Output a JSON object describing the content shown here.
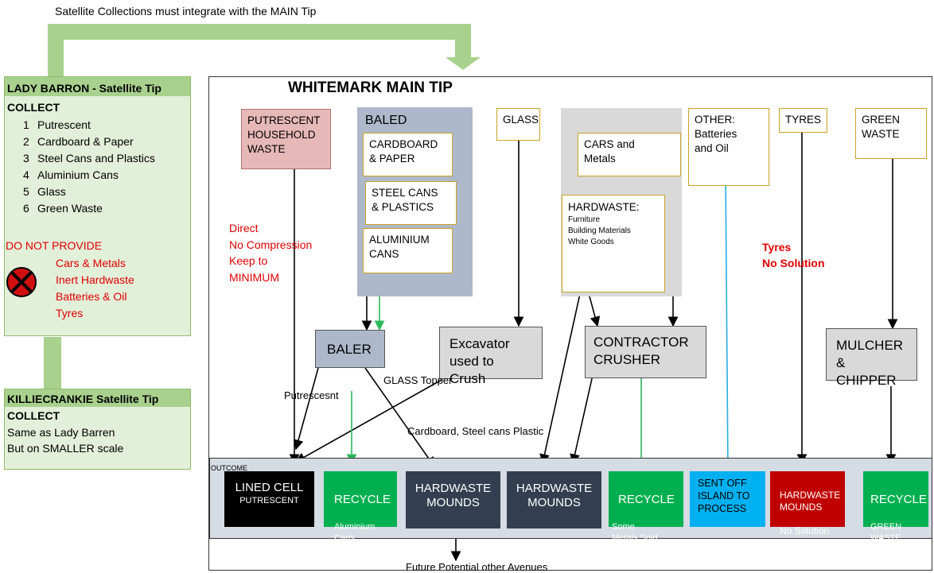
{
  "top_note": "Satellite Collections must integrate with the MAIN Tip",
  "lady_barron": {
    "title": "LADY BARRON - Satellite Tip",
    "collect": "COLLECT",
    "items": [
      {
        "num": "1",
        "label": "Putrescent"
      },
      {
        "num": "2",
        "label": "Cardboard & Paper"
      },
      {
        "num": "3",
        "label": "Steel Cans and Plastics"
      },
      {
        "num": "4",
        "label": "Aluminium Cans"
      },
      {
        "num": "5",
        "label": "Glass"
      },
      {
        "num": "6",
        "label": "Green Waste"
      }
    ],
    "do_not_provide": "DO NOT PROVIDE",
    "not_provided": [
      "Cars & Metals",
      "Inert Hardwaste",
      "Batteries & Oil",
      "Tyres"
    ]
  },
  "killiecrankie": {
    "title": "KILLIECRANKIE Satellite Tip",
    "collect": "COLLECT",
    "line1": "Same as Lady Barren",
    "line2": "But on SMALLER scale"
  },
  "main_tip": {
    "title": "WHITEMARK  MAIN TIP",
    "putrescent": "PUTRESCENT\nHOUSEHOLD\nWASTE",
    "baled_title": "BALED",
    "cardboard": "CARDBOARD\n& PAPER",
    "steel": "STEEL CANS\n& PLASTICS",
    "aluminium": "ALUMINIUM\nCANS",
    "glass": "GLASS",
    "cars": "CARS and\nMetals",
    "hardwaste_title": "HARDWASTE:",
    "hardwaste_items": "Furniture\nBuilding Materials\nWhite Goods",
    "other": "OTHER:\nBatteries\nand Oil",
    "tyres": "TYRES",
    "green": "GREEN\nWASTE",
    "direct_note": "Direct\nNo  Compression\nKeep to\nMINIMUM",
    "tyres_note": "Tyres\nNo Solution",
    "baler": "BALER",
    "excavator": "Excavator\nused to Crush",
    "contractor": "CONTRACTOR\nCRUSHER",
    "mulcher": "MULCHER\n& CHIPPER",
    "label_putrescent": "Putrescesnt",
    "label_glass": "GLASS Topper",
    "label_cardboard": "Cardboard, Steel cans Plastic"
  },
  "outcome": {
    "label": "OUTCOME",
    "boxes": [
      {
        "title": "LINED CELL",
        "sub": "PUTRESCENT"
      },
      {
        "title": "RECYCLE",
        "sub": "Aluminium\nCans"
      },
      {
        "title": "HARDWASTE\nMOUNDS",
        "sub": ""
      },
      {
        "title": "HARDWASTE\nMOUNDS",
        "sub": ""
      },
      {
        "title": "RECYCLE",
        "sub": "Some\nMetals Sold"
      },
      {
        "title": "SENT OFF\nISLAND TO\nPROCESS",
        "sub": ""
      },
      {
        "title": "HARDWASTE\nMOUNDS",
        "sub": "No Solution"
      },
      {
        "title": "RECYCLE",
        "sub": "GREEN\nWASTE"
      }
    ]
  },
  "bottom_note": "Future Potential other Avenues",
  "colors": {
    "green_arrow": "#a9d18e",
    "panel_green": "#e2efd9",
    "baled_fill": "#adb9ca",
    "gray_fill": "#d9d9d9",
    "outcome_fill": "#d6dce4",
    "red": "#e00000",
    "blue_line": "#29aee0",
    "green_line": "#2eb85c"
  }
}
